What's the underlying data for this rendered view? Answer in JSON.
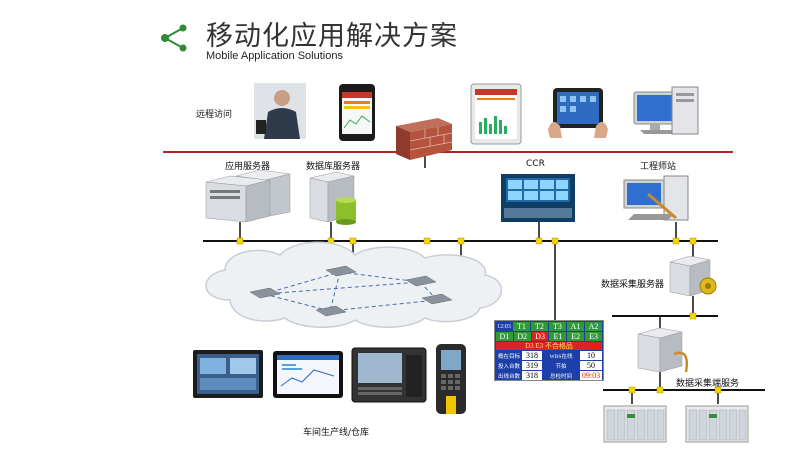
{
  "header": {
    "title": "移动化应用解决方案",
    "subtitle": "Mobile Application Solutions",
    "accent_color": "#2e8b3a"
  },
  "labels": {
    "remote_access": "远程访问",
    "app_server": "应用服务器",
    "db_server": "数据库服务器",
    "ccr": "CCR",
    "engineer_station": "工程师站",
    "data_collection_server": "数据采集服务器",
    "data_collection_end_service": "数据采集端服务",
    "workshop": "车间生产线/仓库"
  },
  "monitor_panel": {
    "top_left": "12:03",
    "row1": [
      "T1",
      "T2",
      "T3",
      "A1",
      "A2"
    ],
    "row2": [
      "D1",
      "D2",
      "D3",
      "E1",
      "E2",
      "E3"
    ],
    "alert": "D3 E3 不合格品",
    "rows": [
      {
        "label": "概在目标",
        "value": "318",
        "label2": "WBS在线",
        "value2": "10"
      },
      {
        "label": "投入台数",
        "value": "319",
        "label2": "节拍",
        "value2": "50"
      },
      {
        "label": "出线台数",
        "value": "318",
        "label2": "总检时间",
        "value2": "09:03"
      }
    ]
  },
  "colors": {
    "wan_line": "#b22222",
    "lan_line": "#111111",
    "node": "#f2d400"
  }
}
